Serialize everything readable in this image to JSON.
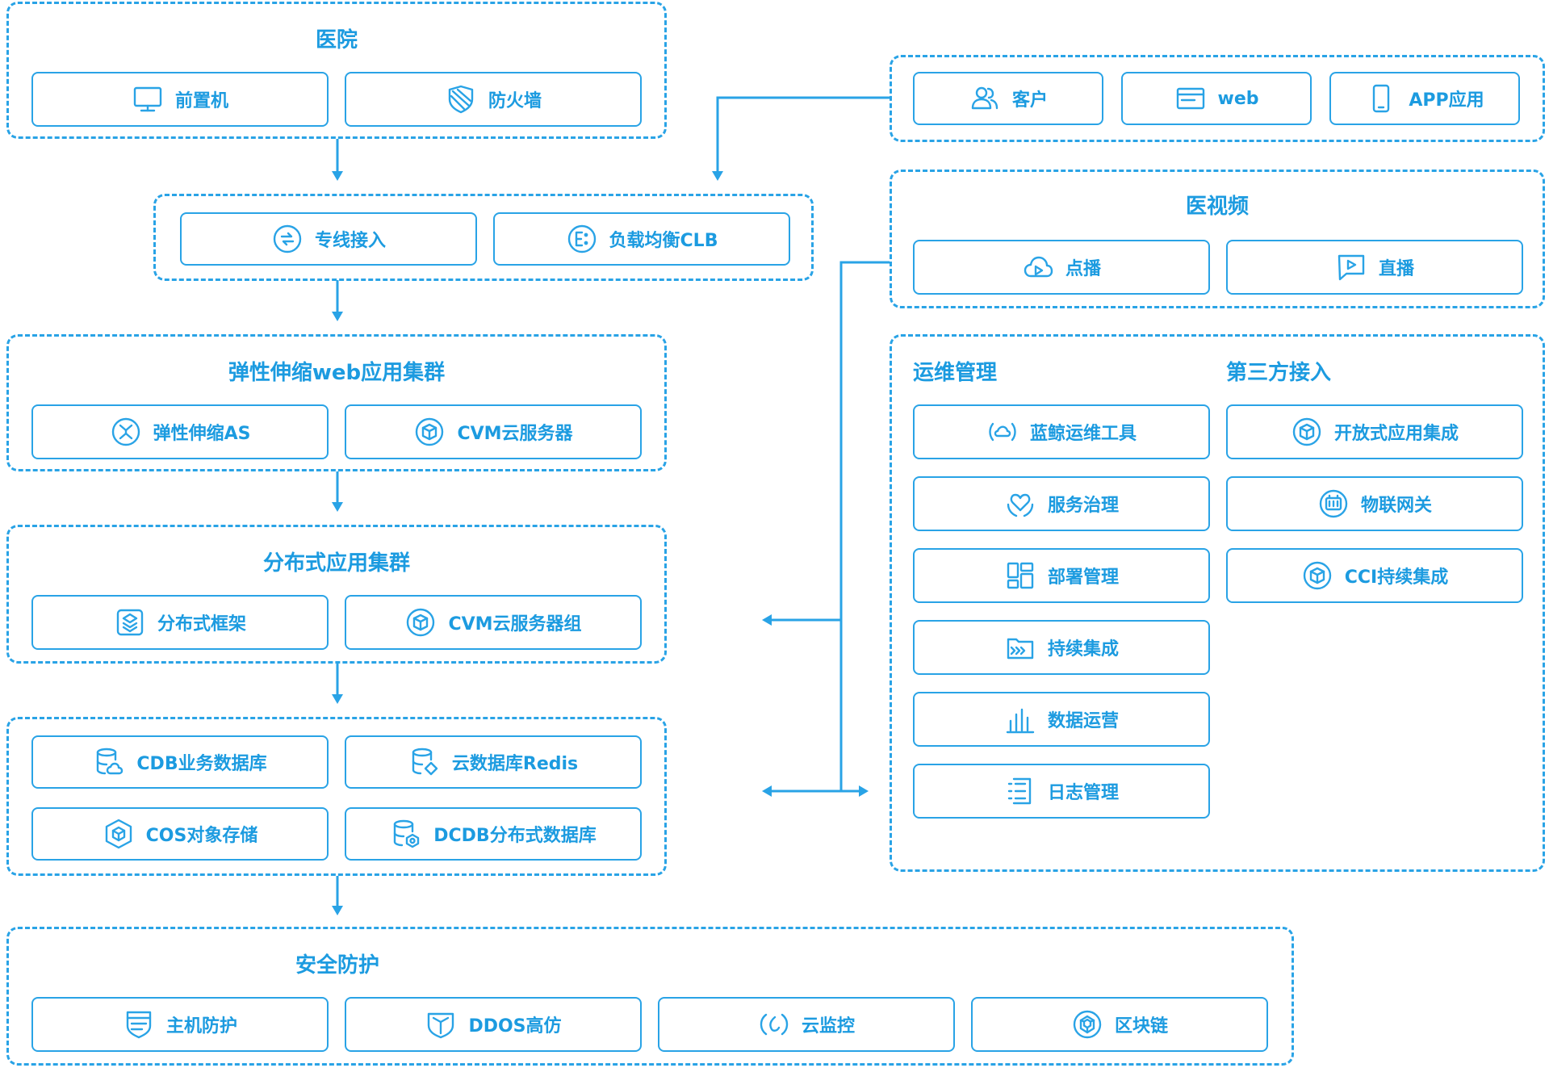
{
  "colors": {
    "accent": "#29a3e6",
    "text": "#1c9be0",
    "background": "#ffffff"
  },
  "hospital": {
    "title": "医院",
    "items": [
      {
        "label": "前置机",
        "icon": "monitor-icon"
      },
      {
        "label": "防火墙",
        "icon": "shield-icon"
      }
    ]
  },
  "access": {
    "items": [
      {
        "label": "专线接入",
        "icon": "exchange-icon"
      },
      {
        "label": "负载均衡CLB",
        "icon": "load-balancer-icon"
      }
    ]
  },
  "clients": {
    "items": [
      {
        "label": "客户",
        "icon": "users-icon"
      },
      {
        "label": "web",
        "icon": "browser-icon"
      },
      {
        "label": "APP应用",
        "icon": "phone-icon"
      }
    ]
  },
  "video": {
    "title": "医视频",
    "items": [
      {
        "label": "点播",
        "icon": "cloud-play-icon"
      },
      {
        "label": "直播",
        "icon": "live-play-icon"
      }
    ]
  },
  "elastic": {
    "title": "弹性伸缩web应用集群",
    "items": [
      {
        "label": "弹性伸缩AS",
        "icon": "autoscale-icon"
      },
      {
        "label": "CVM云服务器",
        "icon": "cube-icon"
      }
    ]
  },
  "distributed": {
    "title": "分布式应用集群",
    "items": [
      {
        "label": "分布式框架",
        "icon": "framework-icon"
      },
      {
        "label": "CVM云服务器组",
        "icon": "cube-icon"
      }
    ]
  },
  "storage": {
    "items": [
      {
        "label": "CDB业务数据库",
        "icon": "database-cloud-icon"
      },
      {
        "label": "云数据库Redis",
        "icon": "database-diamond-icon"
      },
      {
        "label": "COS对象存储",
        "icon": "box-icon"
      },
      {
        "label": "DCDB分布式数据库",
        "icon": "database-gear-icon"
      }
    ]
  },
  "ops": {
    "title": "运维管理",
    "items": [
      {
        "label": "蓝鲸运维工具",
        "icon": "ops-tool-icon"
      },
      {
        "label": "服务治理",
        "icon": "heart-hand-icon"
      },
      {
        "label": "部署管理",
        "icon": "layout-icon"
      },
      {
        "label": "持续集成",
        "icon": "folder-flow-icon"
      },
      {
        "label": "数据运营",
        "icon": "bar-chart-icon"
      },
      {
        "label": "日志管理",
        "icon": "log-icon"
      }
    ]
  },
  "third_party": {
    "title": "第三方接入",
    "items": [
      {
        "label": "开放式应用集成",
        "icon": "cube-icon"
      },
      {
        "label": "物联网关",
        "icon": "gateway-icon"
      },
      {
        "label": "CCI持续集成",
        "icon": "cube-icon"
      }
    ]
  },
  "security": {
    "title": "安全防护",
    "items": [
      {
        "label": "主机防护",
        "icon": "host-shield-icon"
      },
      {
        "label": "DDOS高仿",
        "icon": "ddos-shield-icon"
      },
      {
        "label": "云监控",
        "icon": "monitor-ring-icon"
      },
      {
        "label": "区块链",
        "icon": "blockchain-icon"
      }
    ]
  }
}
